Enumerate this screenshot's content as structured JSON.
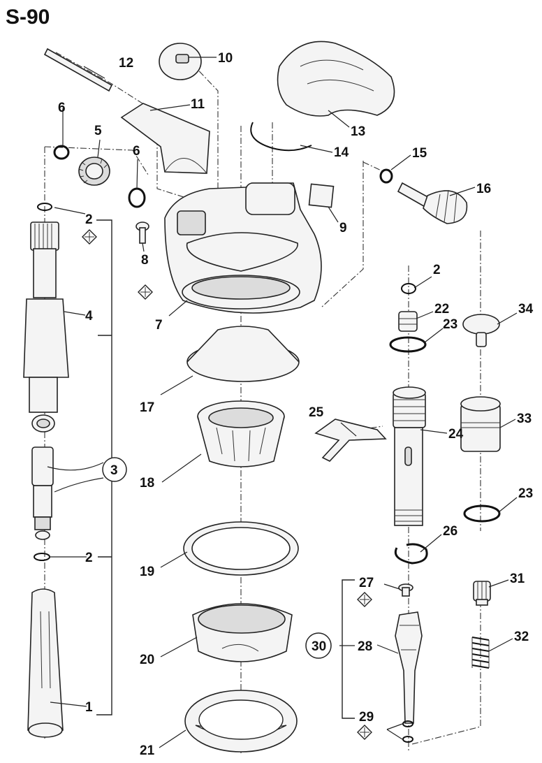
{
  "diagram": {
    "model": "S-90",
    "callouts": {
      "p1": "1",
      "p2a": "2",
      "p2b": "2",
      "p2c": "2",
      "p3": "3",
      "p4": "4",
      "p5": "5",
      "p6a": "6",
      "p6b": "6",
      "p7": "7",
      "p8": "8",
      "p9": "9",
      "p10": "10",
      "p11": "11",
      "p12": "12",
      "p13": "13",
      "p14": "14",
      "p15": "15",
      "p16": "16",
      "p17": "17",
      "p18": "18",
      "p19": "19",
      "p20": "20",
      "p21": "21",
      "p22": "22",
      "p23a": "23",
      "p23b": "23",
      "p24": "24",
      "p25": "25",
      "p26": "26",
      "p27": "27",
      "p28": "28",
      "p29": "29",
      "p30": "30",
      "p31": "31",
      "p32": "32",
      "p33": "33",
      "p34": "34"
    },
    "service_kit_marker": "diamond",
    "colors": {
      "line": "#222222",
      "fill": "#f4f4f4",
      "background": "#ffffff"
    }
  }
}
